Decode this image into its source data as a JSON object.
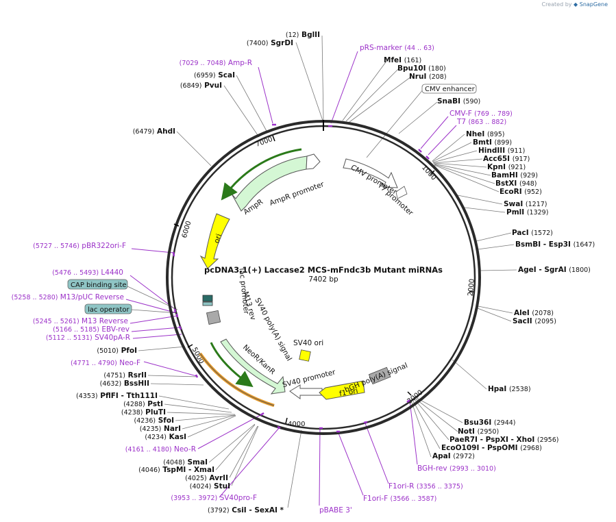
{
  "credit": {
    "prefix": "Created by",
    "brand": "SnapGene"
  },
  "plasmid": {
    "name": "pcDNA3.1(+) Laccase2 MCS-mFndc3b Mutant miRNAs",
    "length": "7402 bp",
    "total_bp": 7402
  },
  "ticks": [
    "1000",
    "2000",
    "3000",
    "4000",
    "5000",
    "6000",
    "7000"
  ],
  "enzyme_labels": [
    {
      "text": "(12)  BglII"
    },
    {
      "text": "(7400)  SgrDI"
    },
    {
      "text": "MfeI  (161)"
    },
    {
      "text": "Bpu10I  (180)"
    },
    {
      "text": "NruI  (208)"
    },
    {
      "text": "SnaBI  (590)"
    },
    {
      "text": "NheI  (895)"
    },
    {
      "text": "BmtI  (899)"
    },
    {
      "text": "HindIII  (911)"
    },
    {
      "text": "Acc65I  (917)"
    },
    {
      "text": "KpnI  (921)"
    },
    {
      "text": "BamHI  (929)"
    },
    {
      "text": "BstXI  (948)"
    },
    {
      "text": "EcoRI  (952)"
    },
    {
      "text": "SwaI  (1217)"
    },
    {
      "text": "PmlI  (1329)"
    },
    {
      "text": "PacI  (1572)"
    },
    {
      "text": "BsmBI  - Esp3I  (1647)"
    },
    {
      "text": "AgeI  - SgrAI  (1800)"
    },
    {
      "text": "AleI  (2078)"
    },
    {
      "text": "SacII  (2095)"
    },
    {
      "text": "HpaI  (2538)"
    },
    {
      "text": "Bsu36I  (2944)"
    },
    {
      "text": "NotI  (2950)"
    },
    {
      "text": "PaeR7I  - PspXI  - XhoI  (2956)"
    },
    {
      "text": "EcoO109I  - PspOMI  (2968)"
    },
    {
      "text": "ApaI  (2972)"
    },
    {
      "text": "(6959)  ScaI"
    },
    {
      "text": "(6849)  PvuI"
    },
    {
      "text": "(6479)  AhdI"
    },
    {
      "text": "(5010)  PfoI"
    },
    {
      "text": "(4751)  RsrII"
    },
    {
      "text": "(4632)  BssHII"
    },
    {
      "text": "(4353)  PflFI  - Tth111I"
    },
    {
      "text": "(4288)  PstI"
    },
    {
      "text": "(4238)  PluTI"
    },
    {
      "text": "(4236)  SfoI"
    },
    {
      "text": "(4235)  NarI"
    },
    {
      "text": "(4234)  KasI"
    },
    {
      "text": "(4048)  SmaI"
    },
    {
      "text": "(4046)  TspMI  - XmaI"
    },
    {
      "text": "(4025)  AvrII"
    },
    {
      "text": "(4024)  StuI"
    },
    {
      "text": "(3792)  CsiI  - SexAI  *"
    }
  ],
  "primer_labels": [
    {
      "text": "pRS-marker    (44 .. 63)"
    },
    {
      "text": "(7029 .. 7048)  Amp-R"
    },
    {
      "text": "CMV-F    (769 .. 789)"
    },
    {
      "text": "T7    (863 .. 882)"
    },
    {
      "text": "(5727 .. 5746)  pBR322ori-F"
    },
    {
      "text": "(5476 .. 5493)  L4440"
    },
    {
      "text": "(5258 .. 5280)  M13/pUC Reverse"
    },
    {
      "text": "(5245 .. 5261)  M13 Reverse"
    },
    {
      "text": "(5166 .. 5185)  EBV-rev"
    },
    {
      "text": "(5112 .. 5131)  SV40pA-R"
    },
    {
      "text": "(4771 .. 4790)  Neo-F"
    },
    {
      "text": "(4161 .. 4180)  Neo-R"
    },
    {
      "text": "(3953 .. 3972)  SV40pro-F"
    },
    {
      "text": "pBABE 3'"
    },
    {
      "text": "F1ori-F    (3566 .. 3587)"
    },
    {
      "text": "F1ori-R    (3356 .. 3375)"
    },
    {
      "text": "BGH-rev    (2993 .. 3010)"
    }
  ],
  "boxed_labels": [
    {
      "text": "CMV enhancer"
    },
    {
      "text": "CAP binding site"
    },
    {
      "text": "lac operator"
    }
  ],
  "features": [
    {
      "text": "AmpR"
    },
    {
      "text": "AmpR promoter"
    },
    {
      "text": "CMV promoter"
    },
    {
      "text": "T7 promoter"
    },
    {
      "text": "ori"
    },
    {
      "text": "lac promoter"
    },
    {
      "text": "M13 rev"
    },
    {
      "text": "SV40 poly(A) signal"
    },
    {
      "text": "NeoR/KanR"
    },
    {
      "text": "SV40 promoter"
    },
    {
      "text": "SV40 ori"
    },
    {
      "text": "f1 ori"
    },
    {
      "text": "bGH poly(A) signal"
    }
  ]
}
